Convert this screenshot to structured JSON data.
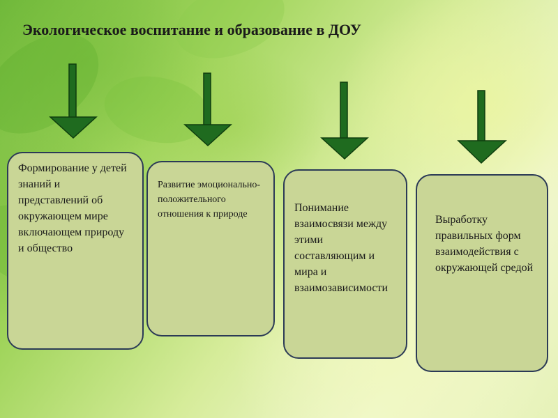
{
  "title": "Экологическое воспитание и образование в ДОУ",
  "colors": {
    "arrow_fill": "#1f6b1f",
    "arrow_stroke": "#0e3d0e",
    "box_fill": "#c9d696",
    "box_border": "#2b3a56"
  },
  "boxes": [
    {
      "text": "Формирование у детей знаний и представлений об окружающем мире включающем природу и общество"
    },
    {
      "text": "Развитие эмоционально-положительного отношения к природе"
    },
    {
      "text": "Понимание взаимосвязи между этими составляющим и мира и взаимозависимости"
    },
    {
      "text": "Выработку правильных форм взаимодействия с окружающей средой"
    }
  ]
}
